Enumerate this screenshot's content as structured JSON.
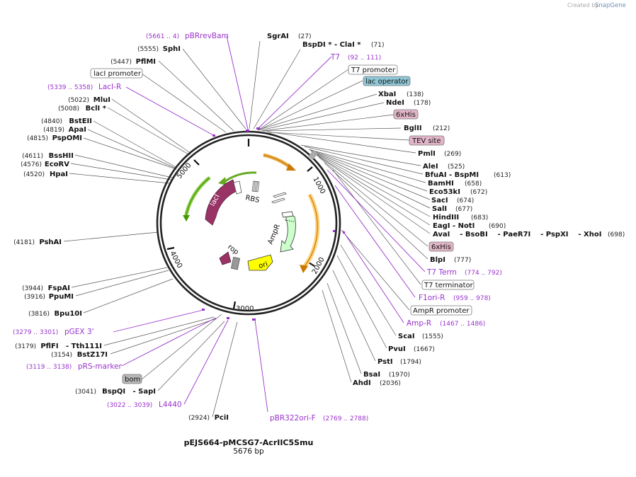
{
  "brand": {
    "created_by": "Created by",
    "name": "SnapGene"
  },
  "plasmid": {
    "name": "pEJS664-pMCSG7-AcrIIC5Smu",
    "size": "5676 bp"
  },
  "ticks": [
    "1000",
    "2000",
    "3000",
    "4000",
    "5000"
  ],
  "sites_right": [
    {
      "name": "SgrAI",
      "pos": "(27)"
    },
    {
      "name": "BspDI *  - ClaI *",
      "pos": "(71)"
    },
    {
      "name": "XbaI",
      "pos": "(138)"
    },
    {
      "name": "NdeI",
      "pos": "(178)"
    },
    {
      "name": "BglII",
      "pos": "(212)"
    },
    {
      "name": "PmlI",
      "pos": "(269)"
    },
    {
      "name": "AleI",
      "pos": "(525)"
    },
    {
      "name": "BfuAI  - BspMI",
      "pos": "(613)"
    },
    {
      "name": "BamHI",
      "pos": "(658)"
    },
    {
      "name": "Eco53kI",
      "pos": "(672)"
    },
    {
      "name": "SacI",
      "pos": "(674)"
    },
    {
      "name": "SalI",
      "pos": "(677)"
    },
    {
      "name": "HindIII",
      "pos": "(683)"
    },
    {
      "name": "EagI  - NotI",
      "pos": "(690)"
    },
    {
      "name": "AvaI    - BsoBI    - PaeR7I    - PspXI    - XhoI",
      "pos": "(698)"
    },
    {
      "name": "BlpI",
      "pos": "(777)"
    },
    {
      "name": "ScaI",
      "pos": "(1555)"
    },
    {
      "name": "PvuI",
      "pos": "(1667)"
    },
    {
      "name": "PstI",
      "pos": "(1794)"
    },
    {
      "name": "BsaI",
      "pos": "(1970)"
    },
    {
      "name": "AhdI",
      "pos": "(2036)"
    }
  ],
  "sites_left": [
    {
      "name": "SphI",
      "pos": "(5555)"
    },
    {
      "name": "PflMI",
      "pos": "(5447)"
    },
    {
      "name": "MluI",
      "pos": "(5022)"
    },
    {
      "name": "BclI *",
      "pos": "(5008)"
    },
    {
      "name": "BstEII",
      "pos": "(4840)"
    },
    {
      "name": "ApaI",
      "pos": "(4819)"
    },
    {
      "name": "PspOMI",
      "pos": "(4815)"
    },
    {
      "name": "BssHII",
      "pos": "(4611)"
    },
    {
      "name": "EcoRV",
      "pos": "(4576)"
    },
    {
      "name": "HpaI",
      "pos": "(4520)"
    },
    {
      "name": "PshAI",
      "pos": "(4181)"
    },
    {
      "name": "FspAI",
      "pos": "(3944)"
    },
    {
      "name": "PpuMI",
      "pos": "(3916)"
    },
    {
      "name": "Bpu10I",
      "pos": "(3816)"
    },
    {
      "name": "PflFI   - Tth111I",
      "pos": "(3179)"
    },
    {
      "name": "BstZ17I",
      "pos": "(3154)"
    },
    {
      "name": "BspQI   - SapI",
      "pos": "(3041)"
    },
    {
      "name": "PciI",
      "pos": "(2924)"
    }
  ],
  "primers": [
    {
      "name": "pBRrevBam",
      "pos": "(5661 .. 4)"
    },
    {
      "name": "T7",
      "pos": "(92 .. 111)"
    },
    {
      "name": "LacI-R",
      "pos": "(5339 .. 5358)"
    },
    {
      "name": "T7 Term",
      "pos": "(774 .. 792)"
    },
    {
      "name": "F1ori-R",
      "pos": "(959 .. 978)"
    },
    {
      "name": "Amp-R",
      "pos": "(1467 .. 1486)"
    },
    {
      "name": "pGEX 3'",
      "pos": "(3279 .. 3301)"
    },
    {
      "name": "pRS-marker",
      "pos": "(3119 .. 3138)"
    },
    {
      "name": "L4440",
      "pos": "(3022 .. 3039)"
    },
    {
      "name": "pBR322ori-F",
      "pos": "(2769 .. 2788)"
    }
  ],
  "feature_boxes": [
    {
      "name": "lacI promoter",
      "color": "#ffffff"
    },
    {
      "name": "T7 promoter",
      "color": "#ffffff"
    },
    {
      "name": "lac operator",
      "color": "#8fc7d6"
    },
    {
      "name": "6xHis",
      "color": "#e2b6c8"
    },
    {
      "name": "TEV site",
      "color": "#e2b6c8"
    },
    {
      "name": "6xHis",
      "color": "#e2b6c8"
    },
    {
      "name": "T7 terminator",
      "color": "#ffffff"
    },
    {
      "name": "AmpR promoter",
      "color": "#ffffff"
    },
    {
      "name": "bom",
      "color": "#b8b8b8"
    }
  ],
  "inner_features": [
    {
      "name": "lacI",
      "color": "#993366"
    },
    {
      "name": "RBS",
      "color": "#ffffff"
    },
    {
      "name": "AmpR",
      "color": "#ccffcc"
    },
    {
      "name": "ori",
      "color": "#ffff00"
    },
    {
      "name": "rop",
      "color": "#993366"
    }
  ]
}
